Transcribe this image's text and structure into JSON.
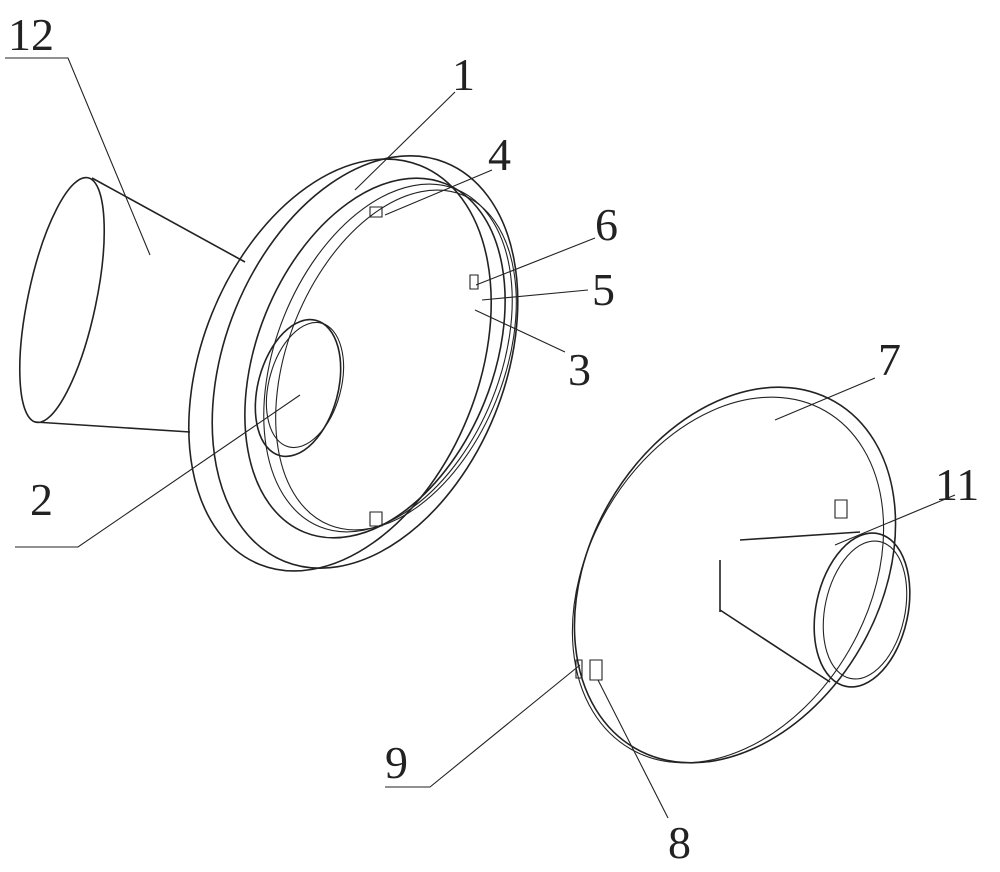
{
  "figure": {
    "labels": {
      "l12": "12",
      "l1": "1",
      "l4": "4",
      "l6": "6",
      "l5": "5",
      "l3": "3",
      "l7": "7",
      "l11": "11",
      "l2": "2",
      "l9": "9",
      "l8": "8"
    }
  }
}
